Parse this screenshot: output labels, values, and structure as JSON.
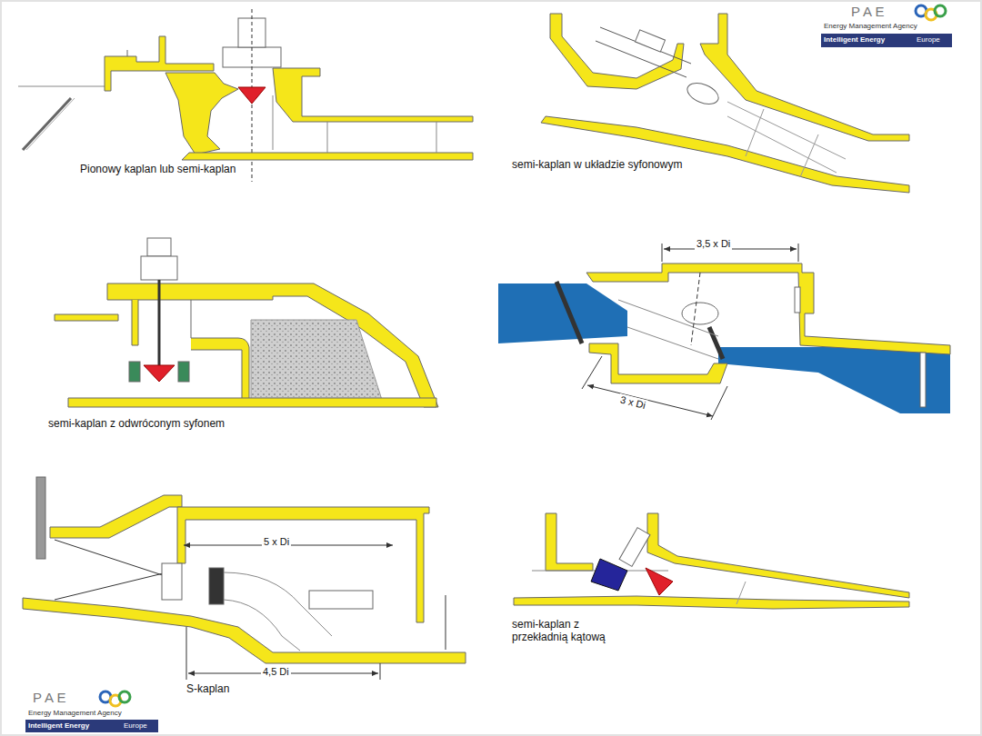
{
  "diagram": {
    "labels": [
      "P A E",
      "Energy Management Agency",
      "Intelligent Energy",
      "Europe",
      "Pionowy kaplan lub semi-kaplan",
      "semi-kaplan w układzie syfonowym",
      "semi-kaplan z odwróconym syfonem",
      "3,5 x Di",
      "3 x Di",
      "5 x Di",
      "4,5 Di",
      "S-kaplan",
      "semi-kaplan z przekładnią kątową",
      "P A E",
      "Energy Management Agency",
      "Intelligent Energy",
      "Europe"
    ]
  }
}
